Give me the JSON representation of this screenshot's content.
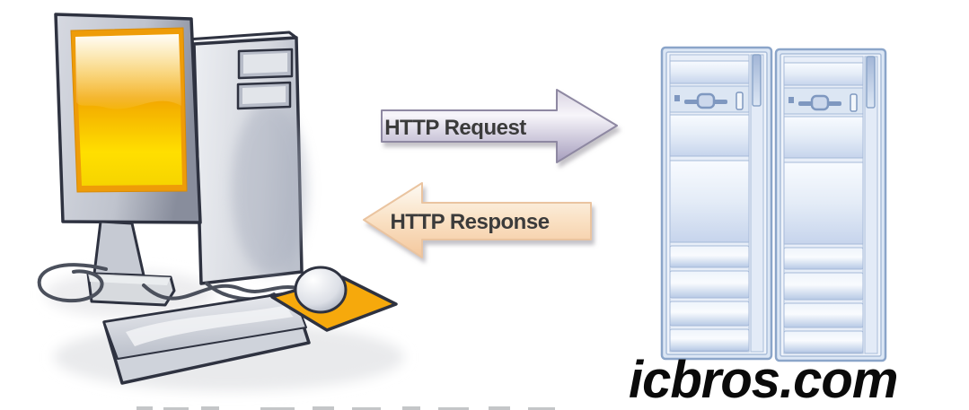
{
  "diagram": {
    "type": "network-flow",
    "left_node": "client-computer-illustration",
    "right_node": "web-server-towers-illustration",
    "server_count": 2
  },
  "arrows": {
    "request": {
      "label": "HTTP Request",
      "direction": "right",
      "fill_light": "#f7f5fa",
      "fill_dark": "#a59dbd",
      "border": "#8e88a2",
      "text_color": "#3a3a3a"
    },
    "response": {
      "label": "HTTP Response",
      "direction": "left",
      "fill_light": "#fdfaf4",
      "fill_dark": "#f4c79c",
      "border": "#eac4a0",
      "text_color": "#3a3a3a"
    }
  },
  "watermark": {
    "text": "icbros.com",
    "color": "#0a0a0a"
  },
  "palette": {
    "background": "#ffffff",
    "outline": "#2e3240",
    "monitor_frame": "#c9ccd5",
    "screen_rim": "#ee9c08",
    "screen_yellow": "#ffdf00",
    "mousepad_orange": "#f6a90c",
    "cable_gray": "#4b505c",
    "server_fill": "#e7eef9",
    "server_stroke": "#8ba5c9"
  }
}
